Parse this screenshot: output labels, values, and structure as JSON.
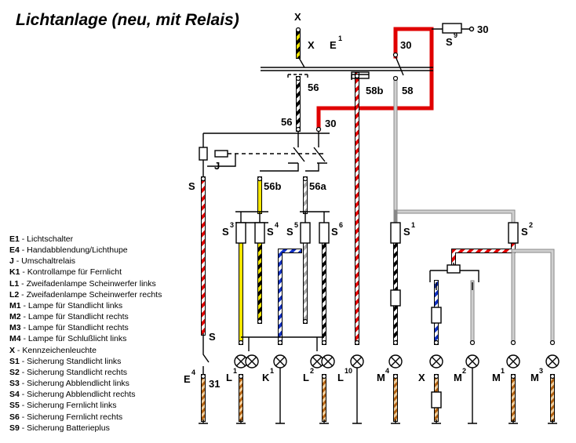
{
  "title": "Lichtanlage (neu, mit Relais)",
  "legend": [
    {
      "code": "E1",
      "text": " - Lichtschalter"
    },
    {
      "code": "E4",
      "text": " - Handabblendung/Lichthupe"
    },
    {
      "code": "J",
      "text": "  - Umschaltrelais"
    },
    {
      "code": "K1",
      "text": " - Kontrollampe für Fernlicht"
    },
    {
      "code": "L1",
      "text": " - Zweifadenlampe Scheinwerfer links"
    },
    {
      "code": "L2",
      "text": " - Zweifadenlampe Scheinwerfer rechts"
    },
    {
      "code": "M1",
      "text": " - Lampe für Standlicht links"
    },
    {
      "code": "M2",
      "text": " - Lampe für Standlicht rechts"
    },
    {
      "code": "M3",
      "text": " - Lampe für Standlicht rechts"
    },
    {
      "code": "M4",
      "text": " - Lampe für Schlußlicht links"
    },
    {
      "code": "X",
      "text": "   - Kennzeichenleuchte"
    },
    {
      "code": "S1",
      "text": " - Sicherung Standlicht links"
    },
    {
      "code": "S2",
      "text": " - Sicherung Standlicht rechts"
    },
    {
      "code": "S3",
      "text": " - Sicherung Abblendlicht links"
    },
    {
      "code": "S4",
      "text": " - Sicherung Abblendlicht rechts"
    },
    {
      "code": "S5",
      "text": " - Sicherung Fernlicht links"
    },
    {
      "code": "S6",
      "text": " - Sicherung Fernlicht rechts"
    },
    {
      "code": "S9",
      "text": " - Sicherung Batterieplus"
    }
  ],
  "labels": {
    "x_top": "X",
    "x_switch": "X",
    "e1_main": "E",
    "e1_sup": "1",
    "s9_main": "S",
    "s9_sup": "9",
    "t30_s9": "30",
    "t30_top": "30",
    "t56_switch": "56",
    "t58b": "58b",
    "t58": "58",
    "t56_wire": "56",
    "t30_relay": "30",
    "s_relay": "S",
    "j": "J",
    "t56b": "56b",
    "t56a": "56a",
    "s3_main": "S",
    "s3_sup": "3",
    "s4_main": "S",
    "s4_sup": "4",
    "s5_main": "S",
    "s5_sup": "5",
    "s6_main": "S",
    "s6_sup": "6",
    "s1_main": "S",
    "s1_sup": "1",
    "s2_main": "S",
    "s2_sup": "2",
    "s_e4": "S",
    "e4_main": "E",
    "e4_sup": "4",
    "t31": "31",
    "l1_main": "L",
    "l1_sup": "1",
    "k1_main": "K",
    "k1_sup": "1",
    "l2_main": "L",
    "l2_sup": "2",
    "l10_main": "L",
    "l10_sup": "10",
    "m4_main": "M",
    "m4_sup": "4",
    "x_lamp": "X",
    "m2_main": "M",
    "m2_sup": "2",
    "m1_main": "M",
    "m1_sup": "1",
    "m3_main": "M",
    "m3_sup": "3"
  },
  "colors": {
    "red": "#e00000",
    "yellow": "#f4e600",
    "blue": "#1030c0",
    "brown": "#b06010",
    "grey": "#aaaaaa",
    "black": "#000000"
  }
}
